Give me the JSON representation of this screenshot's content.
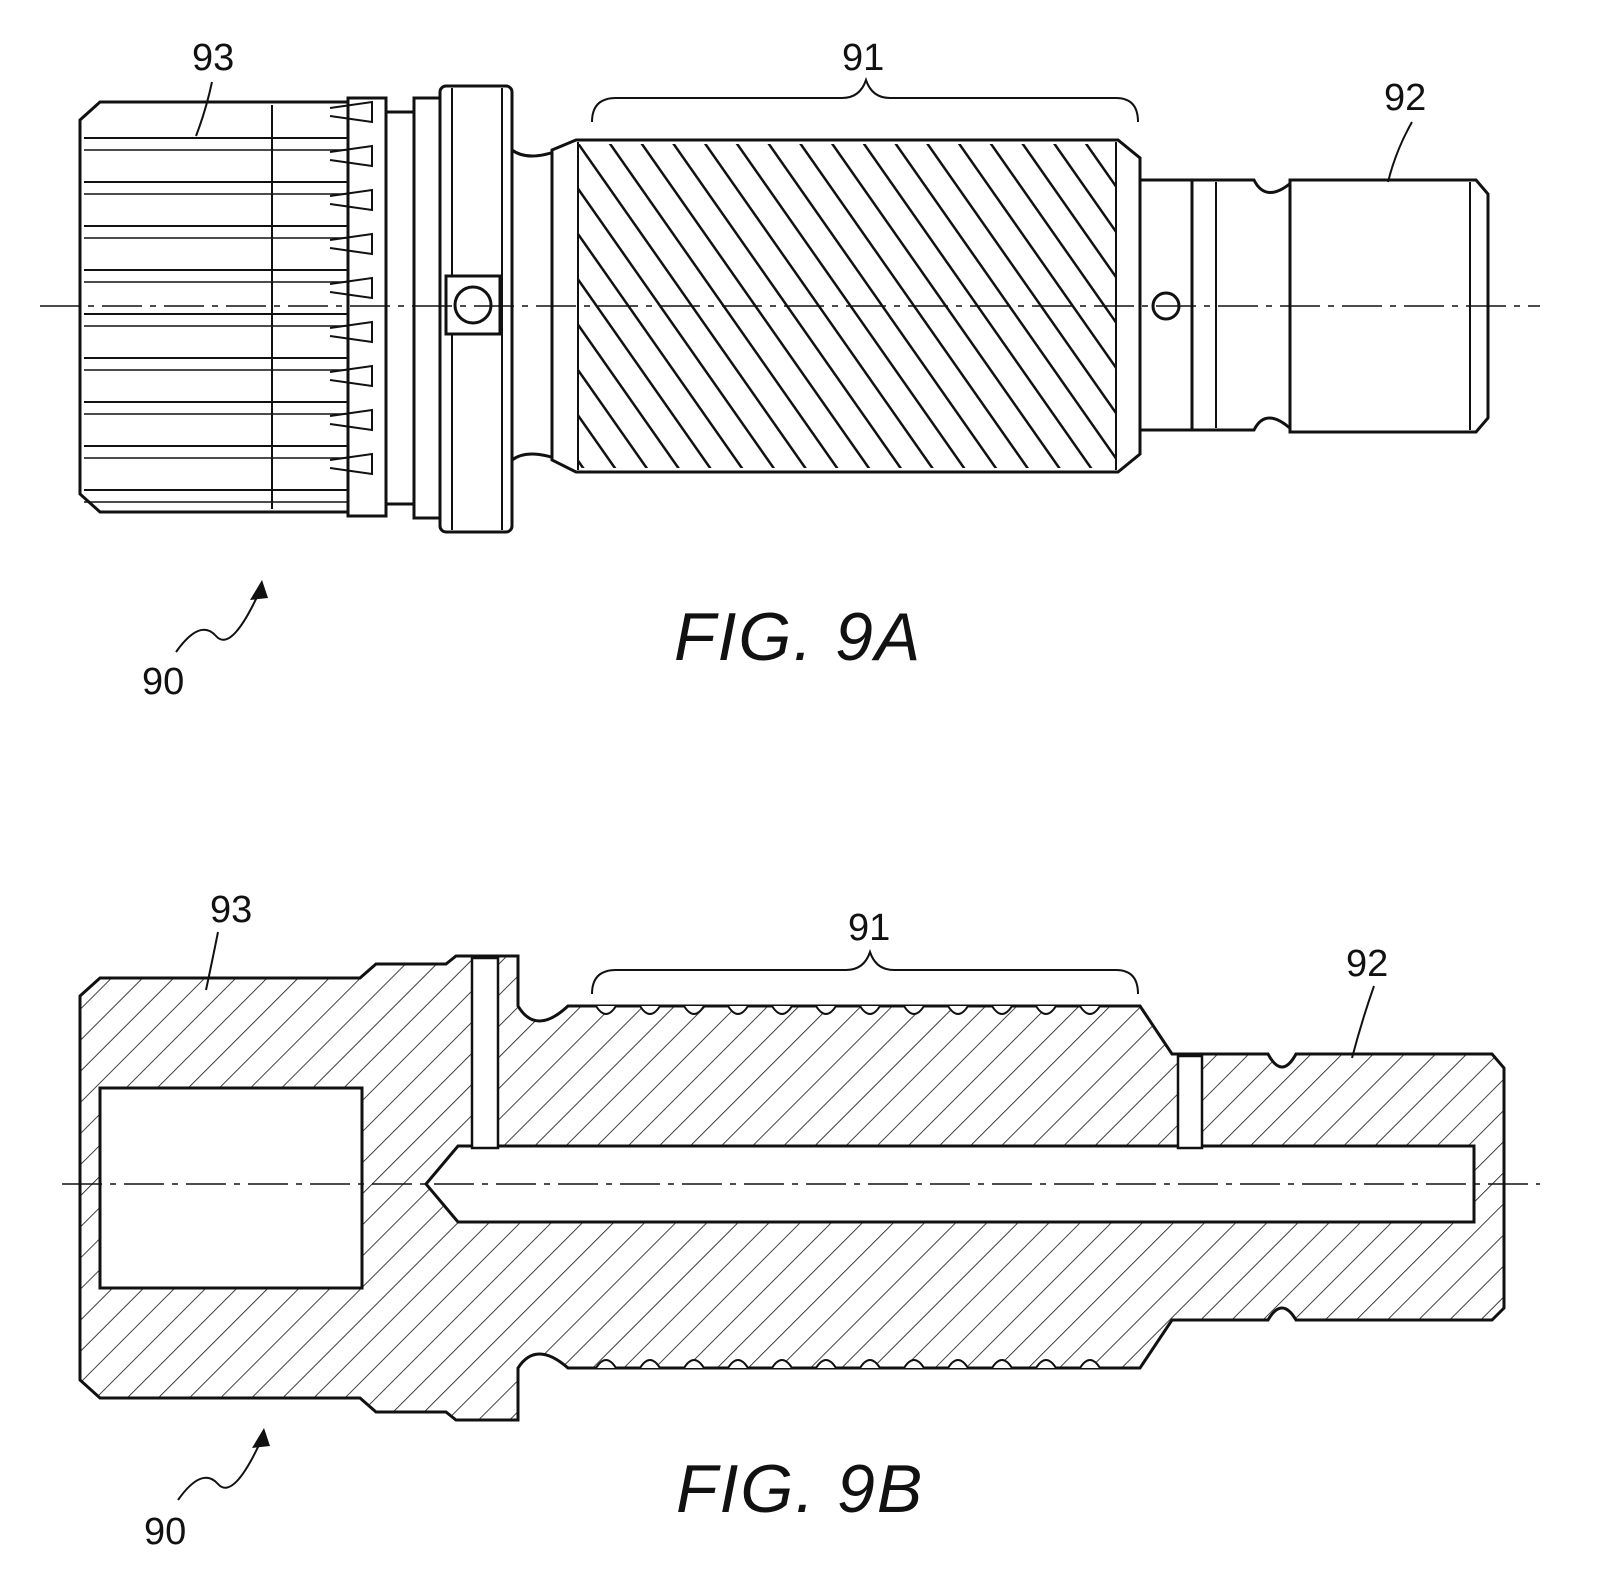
{
  "figure_a": {
    "caption": "FIG.  9A",
    "labels": {
      "ref_93": "93",
      "ref_91": "91",
      "ref_92": "92",
      "ref_90": "90"
    }
  },
  "figure_b": {
    "caption": "FIG.  9B",
    "labels": {
      "ref_93": "93",
      "ref_91": "91",
      "ref_92": "92",
      "ref_90": "90"
    }
  },
  "colors": {
    "ink": "#111111",
    "paper": "#ffffff"
  }
}
